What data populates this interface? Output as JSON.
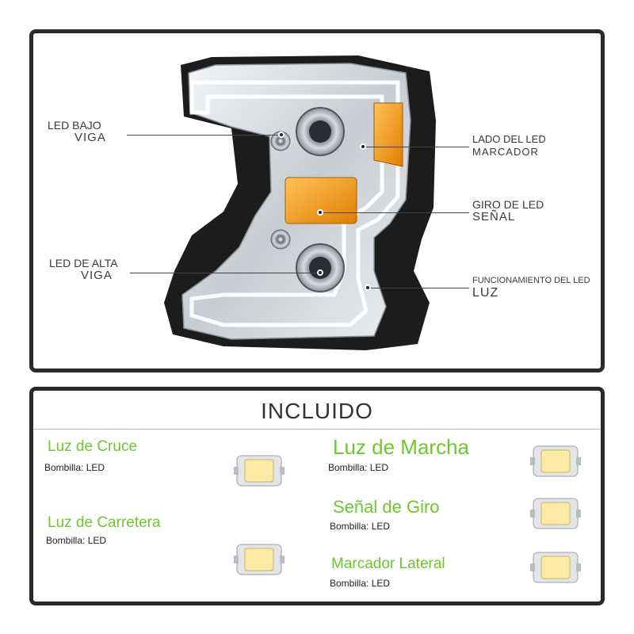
{
  "diagram": {
    "callouts": [
      {
        "id": "low-beam",
        "line1": "LED BAJO",
        "line2": "VIGA"
      },
      {
        "id": "high-beam",
        "line1": "LED DE ALTA",
        "line2": "VIGA"
      },
      {
        "id": "side-marker",
        "line1": "LADO DEL LED",
        "line2": "MARCADOR"
      },
      {
        "id": "turn-signal",
        "line1": "GIRO DE LED",
        "line2": "SEÑAL"
      },
      {
        "id": "running-light",
        "line1": "FUNCIONAMIENTO DEL LED",
        "line2": "LUZ"
      }
    ],
    "colors": {
      "amber": "#f29a12",
      "chrome": "#d9dde2",
      "housing": "#1c1c1c"
    }
  },
  "included": {
    "heading": "INCLUIDO",
    "bulb_label": "Bombilla: LED",
    "items": [
      {
        "id": "low-beam",
        "name": "Luz de Cruce"
      },
      {
        "id": "high-beam",
        "name": "Luz de Carretera"
      },
      {
        "id": "running",
        "name": "Luz de Marcha"
      },
      {
        "id": "turn",
        "name": "Señal de Giro"
      },
      {
        "id": "marker",
        "name": "Marcador Lateral"
      }
    ],
    "accent_color": "#6cc82c"
  }
}
